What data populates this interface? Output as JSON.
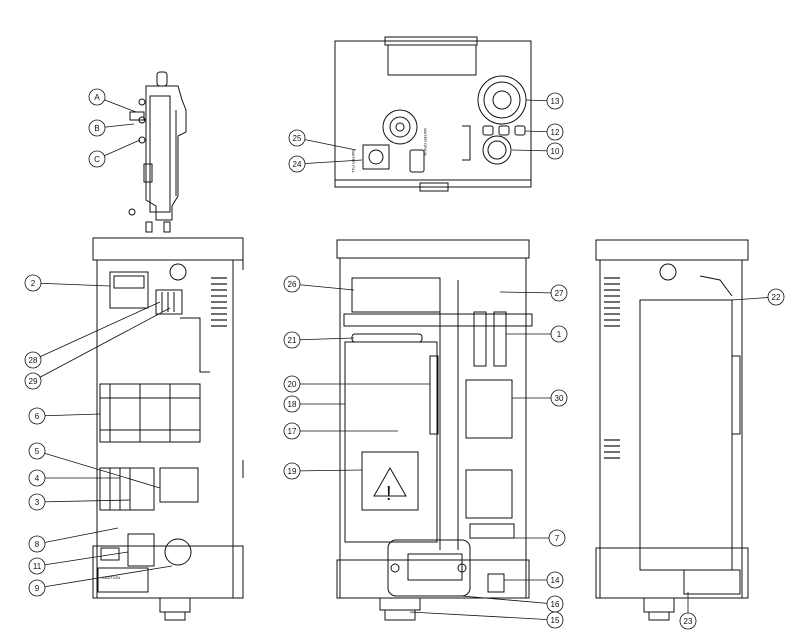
{
  "callouts_left_view": [
    "A",
    "B",
    "C"
  ],
  "labels": {
    "water_fill": "WATER FILL",
    "water_drain": "WATER DRAIN",
    "caution": "CAUTION",
    "warning_symbol": "!"
  },
  "callouts": [
    {
      "label": "13",
      "target": "fan"
    },
    {
      "label": "12",
      "target": "buttons"
    },
    {
      "label": "10",
      "target": "drain-port"
    },
    {
      "label": "25",
      "target": "water-fill"
    },
    {
      "label": "24",
      "target": "fill-valve"
    },
    {
      "label": "2",
      "target": "display-module"
    },
    {
      "label": "28",
      "target": "terminal"
    },
    {
      "label": "29",
      "target": "terminal"
    },
    {
      "label": "6",
      "target": "control-board"
    },
    {
      "label": "5",
      "target": "contactor"
    },
    {
      "label": "4",
      "target": "breaker"
    },
    {
      "label": "3",
      "target": "breaker"
    },
    {
      "label": "8",
      "target": "ground"
    },
    {
      "label": "11",
      "target": "plug"
    },
    {
      "label": "9",
      "target": "port"
    },
    {
      "label": "26",
      "target": "manifold"
    },
    {
      "label": "21",
      "target": "clamp"
    },
    {
      "label": "20",
      "target": "sensor"
    },
    {
      "label": "18",
      "target": "cylinder"
    },
    {
      "label": "17",
      "target": "level"
    },
    {
      "label": "19",
      "target": "warning-label"
    },
    {
      "label": "27",
      "target": "valve"
    },
    {
      "label": "1",
      "target": "terminals"
    },
    {
      "label": "30",
      "target": "transformer"
    },
    {
      "label": "7",
      "target": "connector"
    },
    {
      "label": "14",
      "target": "switch"
    },
    {
      "label": "16",
      "target": "display"
    },
    {
      "label": "15",
      "target": "drain"
    },
    {
      "label": "22",
      "target": "fitting"
    },
    {
      "label": "23",
      "target": "base"
    }
  ]
}
